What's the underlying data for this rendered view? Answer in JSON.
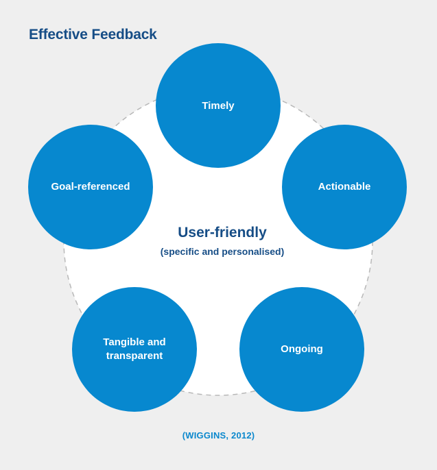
{
  "page": {
    "title": "Effective Feedback",
    "background_color": "#efefef"
  },
  "center": {
    "title": "User-friendly",
    "subtitle": "(specific and personalised)",
    "fill_color": "#ffffff",
    "outline_color": "#b8b8b8"
  },
  "components": [
    {
      "label": "Timely",
      "fill_color": "#0788cf"
    },
    {
      "label": "Actionable",
      "fill_color": "#0788cf"
    },
    {
      "label": "Ongoing",
      "fill_color": "#0788cf"
    },
    {
      "label": "Tangible and\ntransparent",
      "fill_color": "#0788cf"
    },
    {
      "label": "Goal-referenced",
      "fill_color": "#0788cf"
    }
  ],
  "source": {
    "citation": "(WIGGINS, 2012)"
  },
  "colors": {
    "title_text": "#164d86",
    "circle_text": "#ffffff",
    "source_text": "#0b88cd"
  }
}
